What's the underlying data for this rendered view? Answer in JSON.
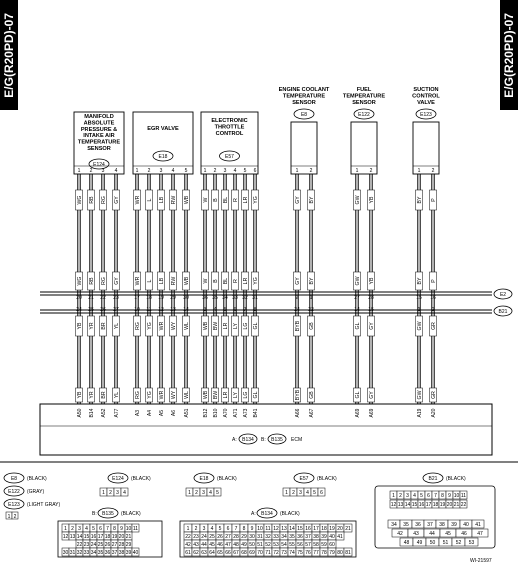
{
  "section_tab": "E/G(R20PD)-07",
  "components": [
    {
      "label": [
        "MANIFOLD",
        "ABSOLUTE",
        "PRESSURE &",
        "INTAKE AIR",
        "TEMPERATURE",
        "SENSOR"
      ],
      "connector": "E124",
      "pins": [
        "1",
        "2",
        "3",
        "4"
      ],
      "wires": [
        "WG",
        "RB",
        "RG",
        "GY"
      ]
    },
    {
      "label": [
        "EGR VALVE"
      ],
      "connector": "E18",
      "pins": [
        "1",
        "2",
        "3",
        "4",
        "5"
      ],
      "wires": [
        "WR",
        "L",
        "LB",
        "RW",
        "WB"
      ]
    },
    {
      "label": [
        "ELECTRONIC",
        "THROTTLE",
        "CONTROL"
      ],
      "connector": "E57",
      "pins": [
        "1",
        "2",
        "3",
        "4",
        "5",
        "6"
      ],
      "wires": [
        "W",
        "B",
        "BL",
        "R",
        "LR",
        "YG"
      ]
    },
    {
      "label": [
        "ENGINE COOLANT",
        "TEMPERATURE",
        "SENSOR"
      ],
      "connector": "E8",
      "pins": [
        "1",
        "2"
      ],
      "wires": [
        "GY",
        "BY"
      ]
    },
    {
      "label": [
        "FUEL",
        "TEMPERATURE",
        "SENSOR"
      ],
      "connector": "E122",
      "pins": [
        "1",
        "2"
      ],
      "wires": [
        "GW",
        "YB"
      ]
    },
    {
      "label": [
        "SUCTION",
        "CONTROL",
        "VALVE"
      ],
      "connector": "E123",
      "pins": [
        "1",
        "2"
      ],
      "wires": [
        "BY",
        "P"
      ]
    }
  ],
  "harness": {
    "upper_label": "E2",
    "lower_label": "B21",
    "upper_pins": [
      [
        "20",
        "21",
        "22",
        "23"
      ],
      [
        "17",
        "18",
        "19",
        "29",
        "30"
      ],
      [
        "36",
        "35",
        "34",
        "33",
        "32",
        "31"
      ],
      [
        "2",
        "1"
      ],
      [
        "27",
        "28"
      ],
      [
        "15",
        "16"
      ]
    ],
    "lower_pins": [
      [
        "24",
        "25",
        "26",
        "27"
      ],
      [
        "10",
        "11",
        "12",
        "13",
        "14"
      ],
      [
        "3",
        "4",
        "5",
        "6",
        "7",
        "8"
      ],
      [
        "24",
        "22"
      ],
      [
        "14",
        "15"
      ],
      [
        "1",
        "2"
      ]
    ],
    "lower_wires": [
      [
        "YB",
        "YR",
        "BR",
        "YL"
      ],
      [
        "RG",
        "YG",
        "WR",
        "WY",
        "WL"
      ],
      [
        "WB",
        "BW",
        "LR",
        "LY",
        "LG",
        "GL"
      ],
      [
        "BYB",
        "GB"
      ],
      [
        "GL",
        "GY"
      ],
      [
        "GW",
        "GR"
      ]
    ]
  },
  "ecm": {
    "pins": [
      [
        "A50",
        "B14",
        "A52",
        "A77"
      ],
      [
        "A3",
        "A4",
        "A5",
        "A6",
        "A51"
      ],
      [
        "B12",
        "B10",
        "A70",
        "A71",
        "A73",
        "B41"
      ],
      [
        "A66",
        "A67"
      ],
      [
        "A69",
        "A69"
      ],
      [
        "A19",
        "A20"
      ]
    ],
    "wires": [
      [
        "YB",
        "YR",
        "BR",
        "YL"
      ],
      [
        "RG",
        "YG",
        "WR",
        "WY",
        "WL"
      ],
      [
        "WB",
        "BW",
        "LR",
        "LY",
        "LG",
        "GL"
      ],
      [
        "BYB",
        "GB"
      ],
      [
        "GL",
        "GY"
      ],
      [
        "GW",
        "GR"
      ]
    ],
    "label_a": "A:",
    "conn_a": "B134",
    "label_b": "B:",
    "conn_b": "B135",
    "label_ecm": "ECM"
  },
  "legend": {
    "items": [
      {
        "code": "E8",
        "color": "(BLACK)"
      },
      {
        "code": "E122",
        "color": "(GRAY)"
      },
      {
        "code": "E123",
        "color": "(LIGHT GRAY)"
      }
    ],
    "e123_pins": [
      "1",
      "2"
    ],
    "e124": {
      "code": "E124",
      "color": "(BLACK)",
      "pins": [
        "1",
        "2",
        "3",
        "4"
      ]
    },
    "e18": {
      "code": "E18",
      "color": "(BLACK)",
      "pins": [
        "1",
        "2",
        "3",
        "4",
        "5"
      ]
    },
    "e57": {
      "code": "E57",
      "color": "(BLACK)",
      "pins": [
        "1",
        "2",
        "3",
        "4",
        "5",
        "6"
      ]
    },
    "b21": {
      "code": "B21",
      "color": "(BLACK)"
    },
    "b135": {
      "prefix": "B:",
      "code": "B135",
      "color": "(BLACK)"
    },
    "b134": {
      "prefix": "A:",
      "code": "B134",
      "color": "(BLACK)"
    }
  },
  "figure_id": "WI-21597"
}
